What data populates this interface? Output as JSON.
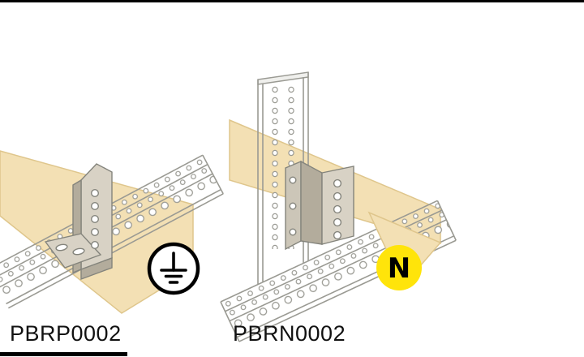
{
  "illustrations": {
    "left": {
      "code": "PBRP0002",
      "badge_icon": "protective-earth-ground-icon"
    },
    "right": {
      "code": "PBRN0002",
      "badge_label": "N",
      "badge_icon": "neutral-n-badge"
    }
  },
  "colors": {
    "background": "#FFFFFF",
    "busbar_tan": "#F3E0B4",
    "busbar_edge": "#DFC68C",
    "neutral_yellow": "#FFE40A",
    "outline_gray": "#9A9A93",
    "bracket_light": "#D8D2C5",
    "bracket_mid": "#CCC6B8",
    "bracket_dark": "#B3AC9C",
    "ink": "#000000"
  }
}
